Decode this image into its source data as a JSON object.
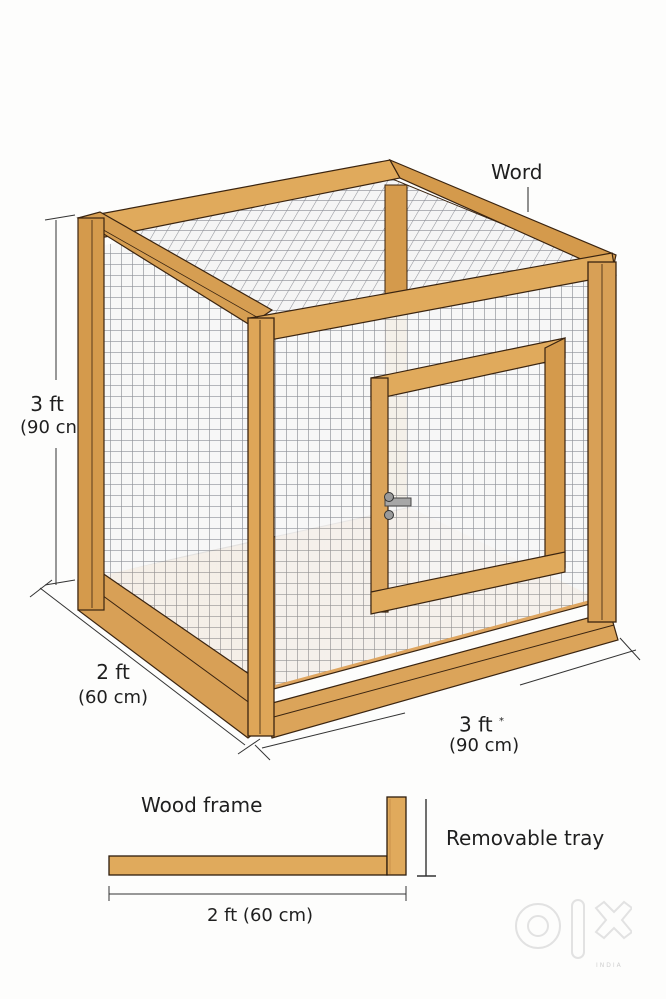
{
  "diagram": {
    "subject": "wooden wire-mesh animal cage",
    "labels": {
      "top_right": "Word",
      "height_ft": "3 ft",
      "height_cm": "(90 cn",
      "depth_ft": "2 ft",
      "depth_cm": "(60 cm)",
      "width_ft": "3 ft",
      "width_mark": "*",
      "width_cm": "(90 cm)",
      "wood_frame": "Wood frame",
      "removable_tray": "Removable tray",
      "tray_length": "2 ft (60 cm)"
    },
    "colors": {
      "wood_light": "#e0aa5c",
      "wood_mid": "#d49a4c",
      "wood_dark": "#b87a34",
      "floor": "#dea560",
      "outline": "#3a2410",
      "mesh": "#8d9097",
      "background": "#fdfdfc"
    }
  },
  "watermark": {
    "brand": "olx",
    "region": "INDIA"
  }
}
